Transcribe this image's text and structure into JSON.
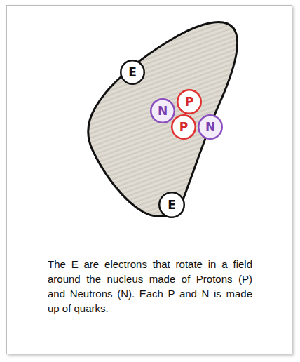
{
  "diagram": {
    "caption": "The E are electrons that rotate in a field around the nucleus made of Protons (P) and Neutrons (N). Each P and N is made up of quarks.",
    "nodes": [
      {
        "text": [
          "E"
        ]
      },
      {
        "text": [
          "N"
        ]
      },
      {
        "text": [
          "P"
        ]
      },
      {
        "text": [
          "P"
        ]
      },
      {
        "text": [
          "N"
        ]
      },
      {
        "text": [
          "E"
        ]
      }
    ]
  }
}
